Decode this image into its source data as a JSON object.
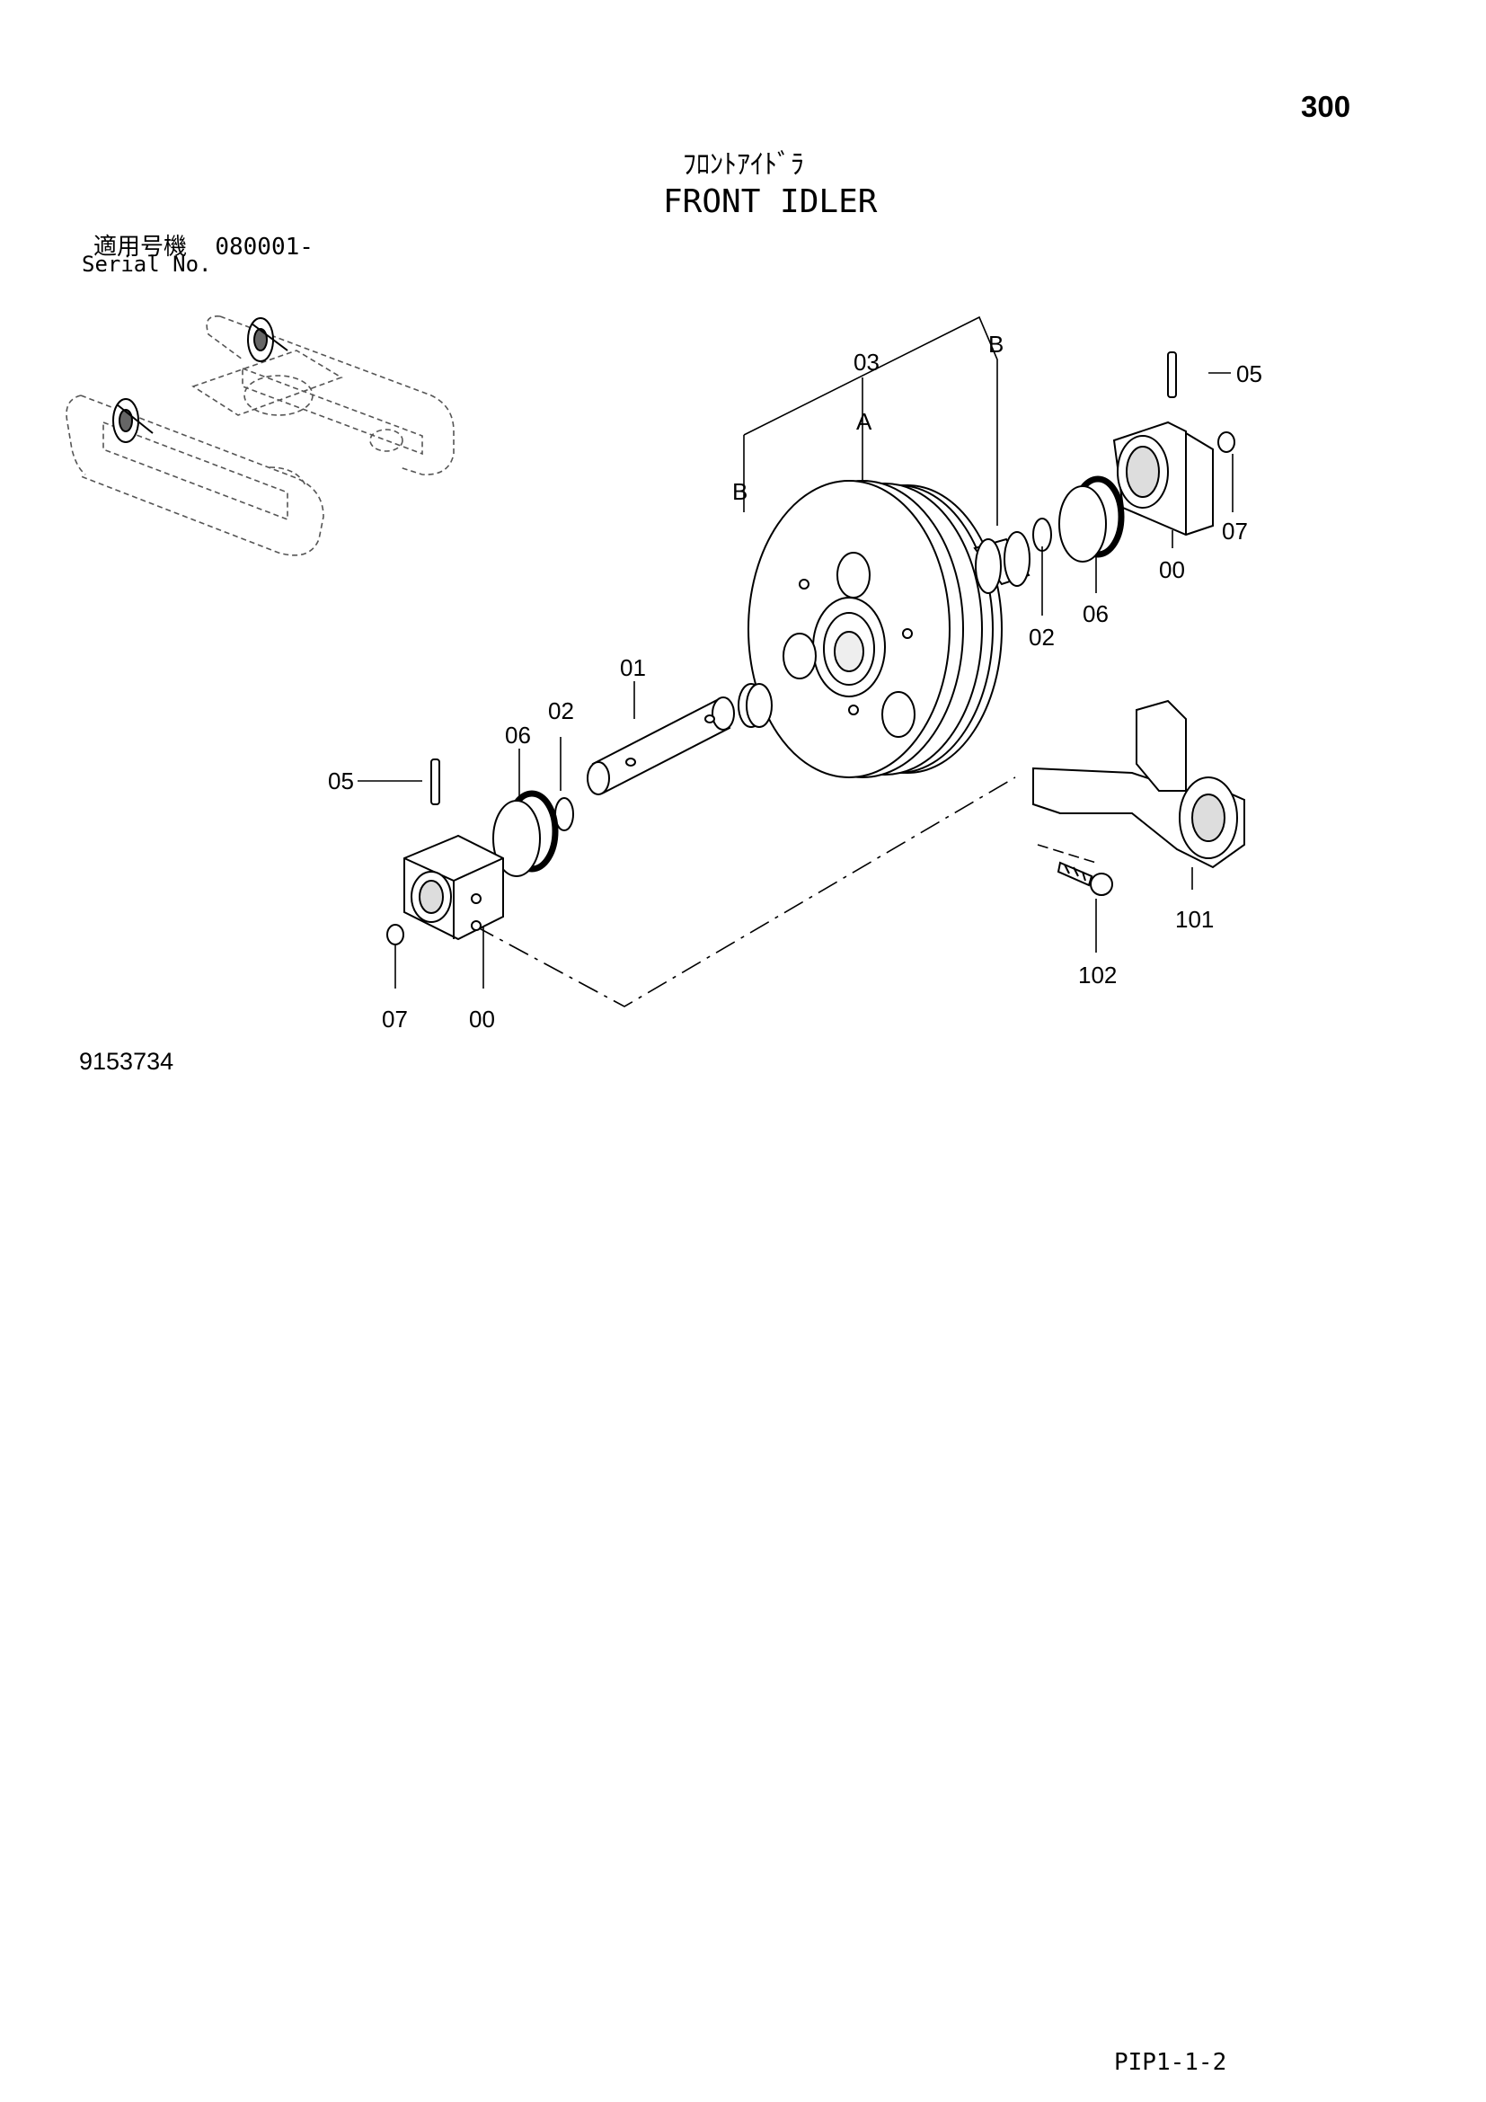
{
  "page": {
    "page_number": "300",
    "title_jp": "ﾌﾛﾝﾄｱｲﾄﾞﾗ",
    "title_en": "FRONT IDLER",
    "serial_label_jp": "適用号機",
    "serial_value": "080001-",
    "serial_label_en": "Serial No.",
    "drawing_number": "9153734",
    "page_code": "PIP1-1-2"
  },
  "callouts": {
    "c03": "03",
    "cA": "A",
    "cB_top": "B",
    "cB_left": "B",
    "c05_right": "05",
    "c07_right": "07",
    "c00_right": "00",
    "c06_right": "06",
    "c02_right": "02",
    "c01": "01",
    "c02_left": "02",
    "c06_left": "06",
    "c05_left": "05",
    "c07_left": "07",
    "c00_left": "00",
    "c101": "101",
    "c102": "102"
  },
  "colors": {
    "ink": "#000000",
    "paper": "#ffffff",
    "ghost": "#888888"
  }
}
